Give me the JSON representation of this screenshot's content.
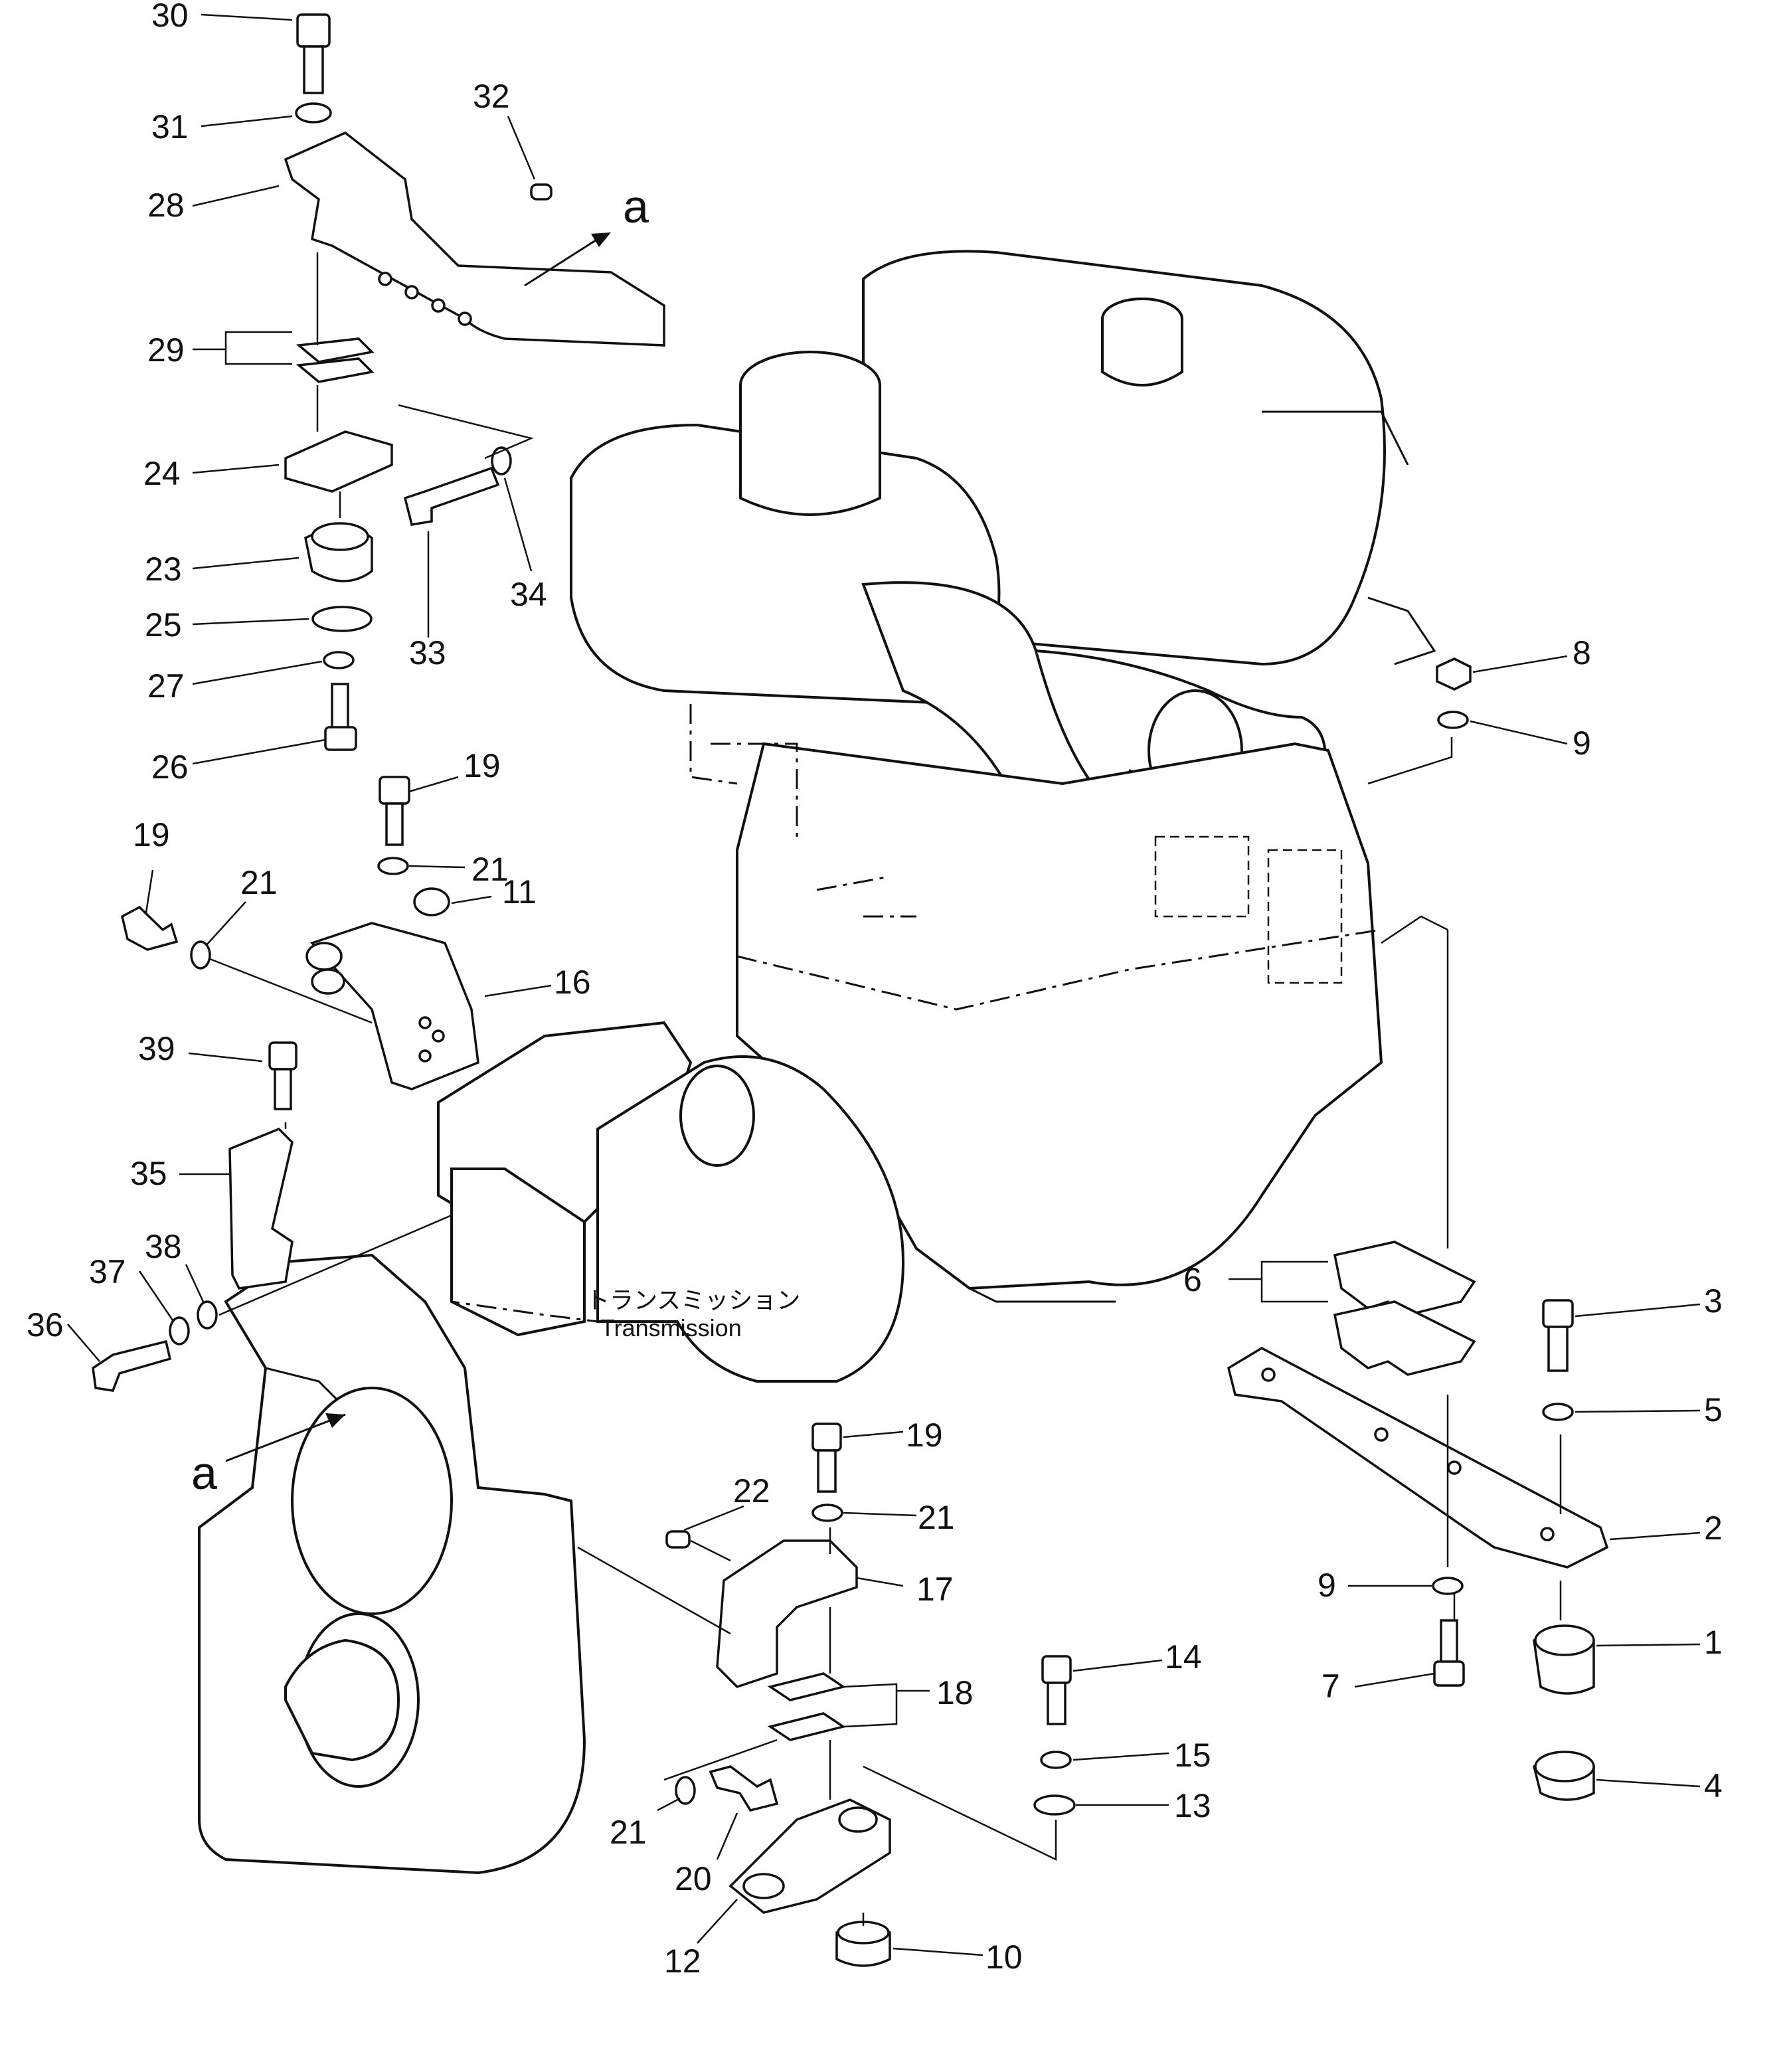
{
  "parts": {
    "p1": "1",
    "p2": "2",
    "p3": "3",
    "p4": "4",
    "p5": "5",
    "p6": "6",
    "p7": "7",
    "p8": "8",
    "p9a": "9",
    "p9b": "9",
    "p10": "10",
    "p11": "11",
    "p12": "12",
    "p13": "13",
    "p14": "14",
    "p15": "15",
    "p16": "16",
    "p17": "17",
    "p18": "18",
    "p19a": "19",
    "p19b": "19",
    "p19c": "19",
    "p20": "20",
    "p21a": "21",
    "p21b": "21",
    "p21c": "21",
    "p21d": "21",
    "p22": "22",
    "p23": "23",
    "p24": "24",
    "p25": "25",
    "p26": "26",
    "p27": "27",
    "p28": "28",
    "p29": "29",
    "p30": "30",
    "p31": "31",
    "p32": "32",
    "p33": "33",
    "p34": "34",
    "p35": "35",
    "p36": "36",
    "p37": "37",
    "p38": "38",
    "p39": "39"
  },
  "reference_letter_top": "a",
  "reference_letter_bottom": "a",
  "transmission_label_jp": "トランスミッション",
  "transmission_label_en": "Transmission"
}
